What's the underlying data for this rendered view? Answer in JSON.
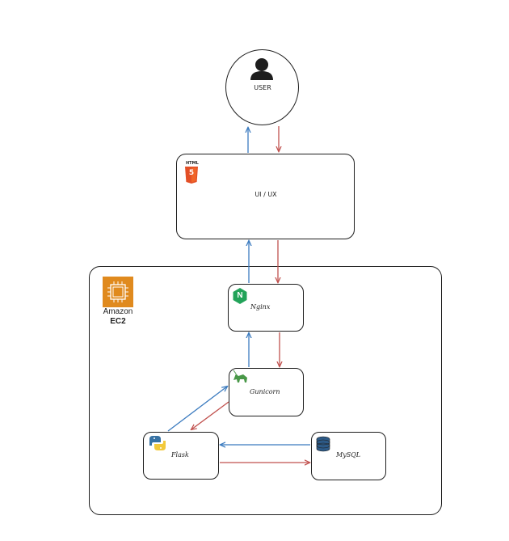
{
  "diagram": {
    "user": {
      "label": "USER"
    },
    "ui": {
      "label": "UI / UX",
      "badge": "HTML",
      "badge_number": "5"
    },
    "ec2": {
      "label_line1": "Amazon",
      "label_line2": "EC2"
    },
    "nginx": {
      "label": "Nginx",
      "icon_letter": "N"
    },
    "gunicorn": {
      "label": "Gunicorn"
    },
    "flask": {
      "label": "Flask"
    },
    "mysql": {
      "label": "MySQL"
    }
  },
  "colors": {
    "request_arrow": "#3b7bbf",
    "response_arrow": "#c0504d",
    "stroke": "#1e1e1e",
    "html5": "#e34f26",
    "aws": "#e08a1e",
    "nginx": "#22a359",
    "gunicorn": "#499848",
    "python_blue": "#3772a4",
    "python_yellow": "#f2c93b",
    "mysql": "#2d5a87"
  }
}
